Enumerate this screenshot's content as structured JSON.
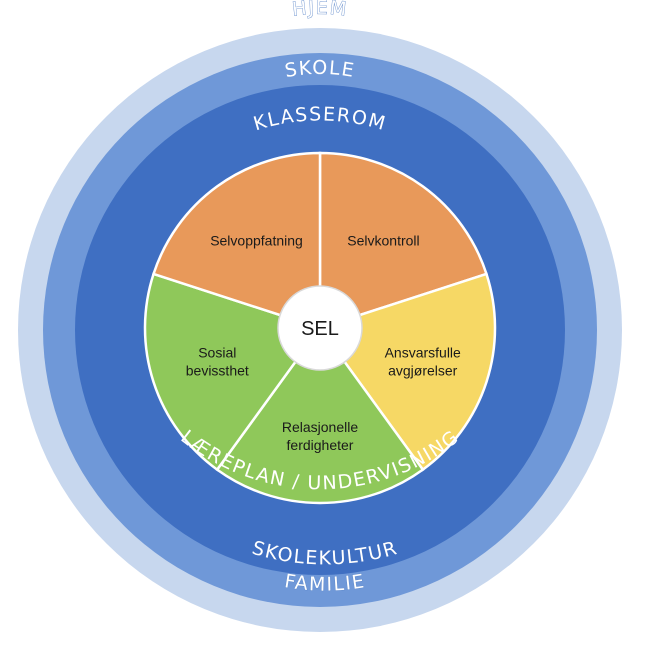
{
  "rings": {
    "outer_top": "HJEM",
    "outer_bottom": "FAMILIE",
    "second_top": "SKOLE",
    "second_bottom": "SKOLEKULTUR",
    "third_top": "KLASSEROM",
    "third_bottom": "LÆREPLAN / UNDERVISNING"
  },
  "center": "SEL",
  "segments": [
    {
      "lines": [
        "Selvkontroll"
      ],
      "color": "#e8995a"
    },
    {
      "lines": [
        "Ansvarsfulle",
        "avgjørelser"
      ],
      "color": "#f6d865"
    },
    {
      "lines": [
        "Relasjonelle",
        "ferdigheter"
      ],
      "color": "#8fc85a"
    },
    {
      "lines": [
        "Sosial",
        "bevissthet"
      ],
      "color": "#8fc85a"
    },
    {
      "lines": [
        "Selvoppfatning"
      ],
      "color": "#e8995a"
    }
  ],
  "colors": {
    "ring_outer": "#c7d7ee",
    "ring_second": "#6f98d8",
    "ring_third": "#3f6fc2",
    "center_fill": "#ffffff"
  }
}
